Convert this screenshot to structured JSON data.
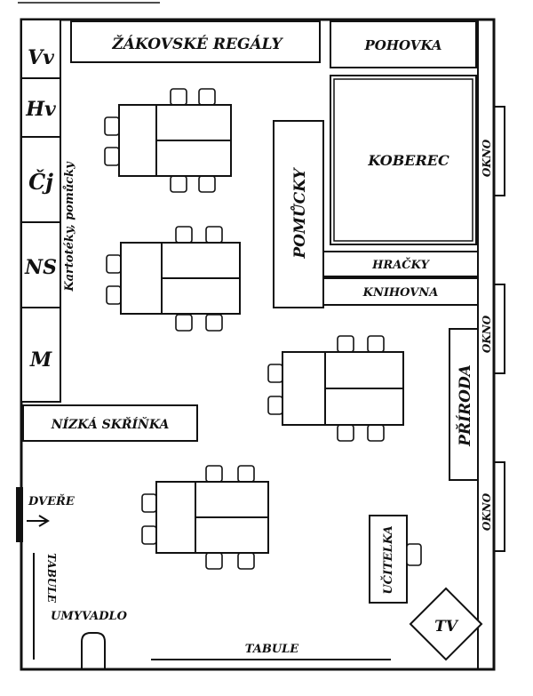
{
  "labels": {
    "zakovske_regaly": "ŽÁKOVSKÉ  REGÁLY",
    "pohovka": "POHOVKA",
    "vv": "Vv",
    "hv": "Hv",
    "cj": "Čj",
    "ns": "NS",
    "m": "M",
    "kartoteky": "Kartotéky, pomůcky",
    "pomucky": "POMŮCKY",
    "koberec": "KOBEREC",
    "hracky": "HRAČKY",
    "knihovna": "KNIHOVNA",
    "okno_top": "OKNO",
    "okno_mid": "OKNO",
    "okno_bottom": "OKNO",
    "nizka_skrinka": "NÍZKÁ  SKŘÍŇKA",
    "priroda": "PŘÍRODA",
    "dvere": "DVEŘE",
    "tabule_left": "TABULE",
    "umyvadlo": "UMYVADLO",
    "ucitelka": "UČITELKA",
    "tv": "TV",
    "tabule_bottom": "TABULE"
  },
  "colors": {
    "ink": "#111111",
    "paper": "#ffffff"
  }
}
